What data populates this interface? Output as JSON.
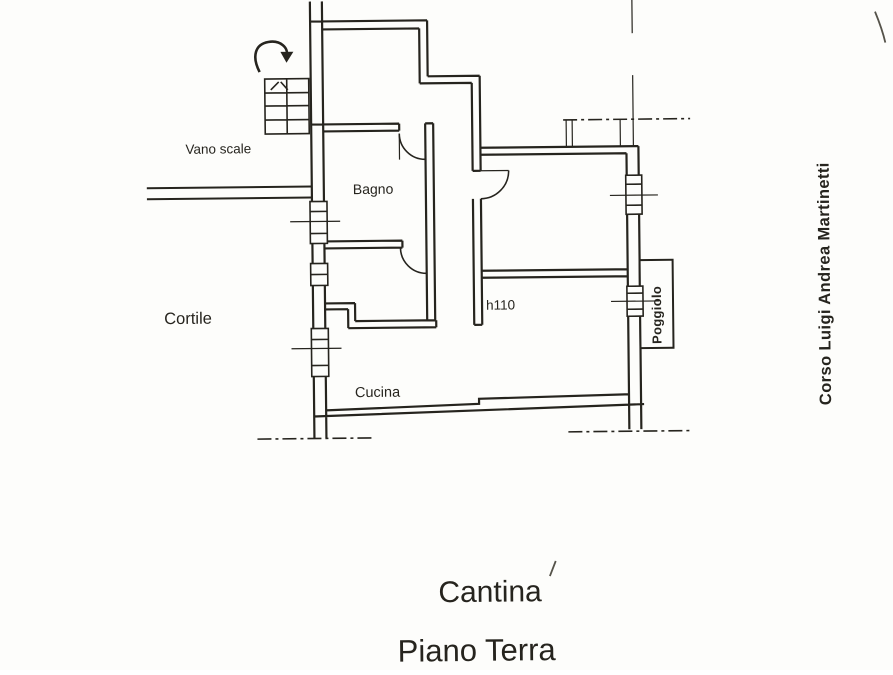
{
  "plan": {
    "labels": {
      "vano_scale": "Vano scale",
      "bagno": "Bagno",
      "cortile": "Cortile",
      "h110": "h110",
      "cucina": "Cucina",
      "poggiolo": "Poggiolo"
    },
    "street": "Corso Luigi Andrea Martinetti",
    "titles": {
      "line1": "Cantina",
      "line2": "Piano Terra"
    },
    "colors": {
      "ink": "#26241e",
      "paper": "#fdfdfb",
      "artifact": "#55534a"
    }
  }
}
